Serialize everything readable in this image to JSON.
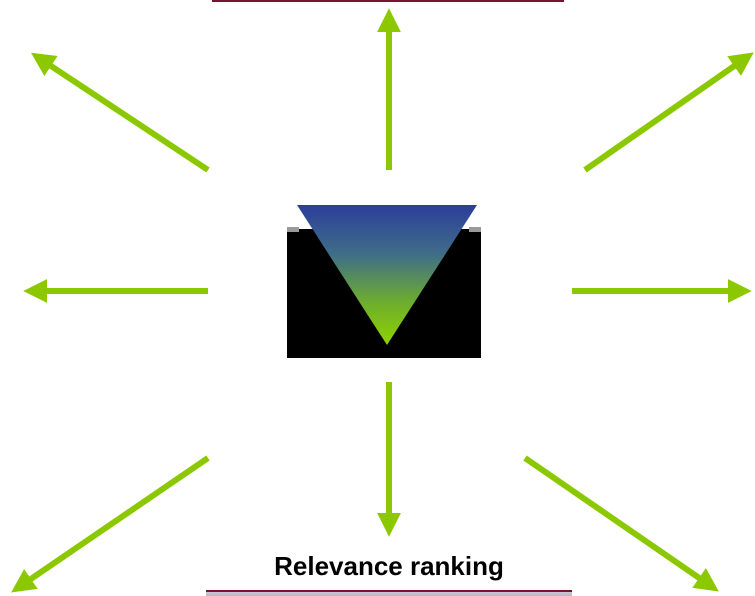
{
  "caption": "Relevance ranking",
  "colors": {
    "arrow": "#8cc800",
    "edge_bar": "#7a1530",
    "icon_background": "#000000",
    "funnel_top": "#2c3e9a",
    "funnel_bottom": "#8fd200"
  },
  "icons": {
    "center": "funnel-triangle-icon",
    "arrows": "arrow-icon"
  },
  "arrow_directions": [
    "up",
    "up-left",
    "up-right",
    "left",
    "right",
    "down",
    "down-left",
    "down-right"
  ]
}
